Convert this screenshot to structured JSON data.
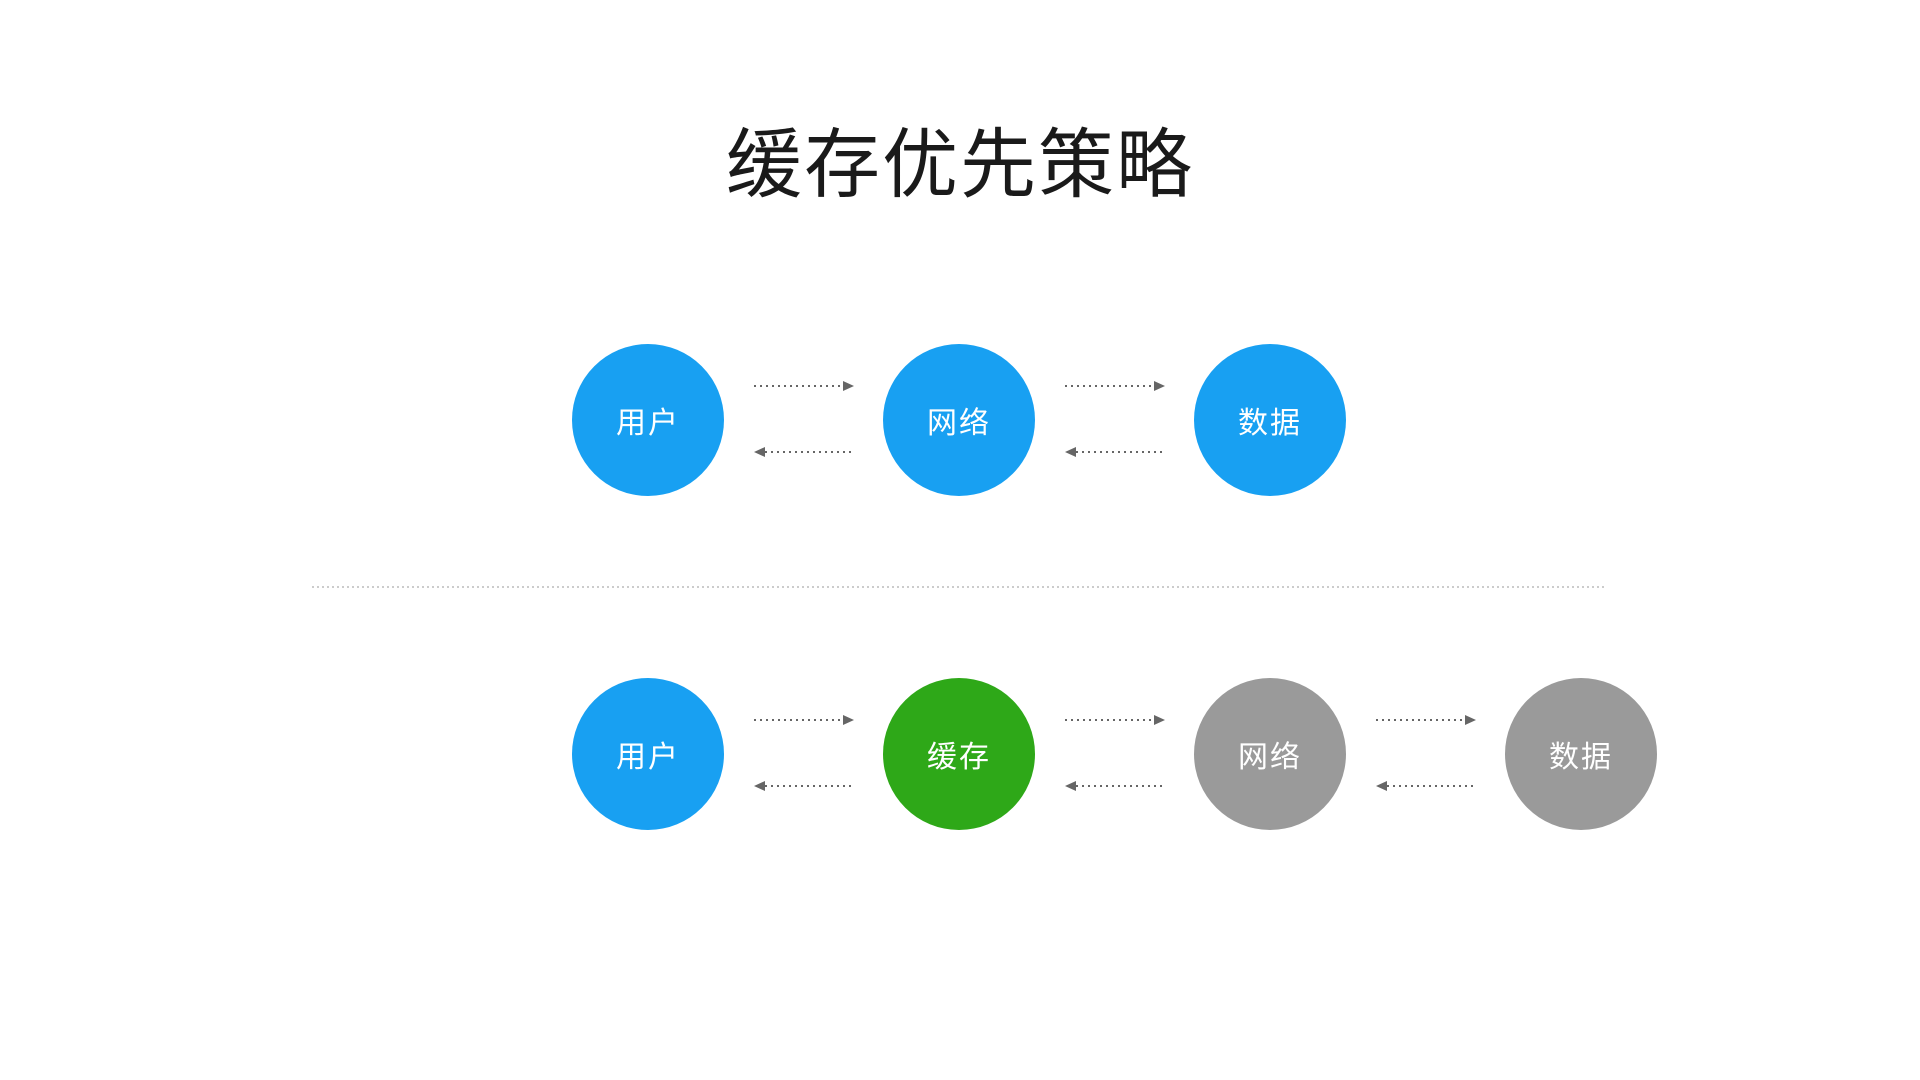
{
  "title": "缓存优先策略",
  "palette": {
    "background": "#ffffff",
    "title_text": "#1a1a1a",
    "node_text": "#ffffff",
    "arrow": "#666666",
    "divider": "#cccccc",
    "blue": "#18a0f2",
    "green": "#2ea818",
    "gray": "#9a9a9a"
  },
  "rows": [
    {
      "name": "network-first-flow",
      "nodes": [
        {
          "label": "用户",
          "color": "#18a0f2"
        },
        {
          "label": "网络",
          "color": "#18a0f2"
        },
        {
          "label": "数据",
          "color": "#18a0f2"
        }
      ]
    },
    {
      "name": "cache-first-flow",
      "nodes": [
        {
          "label": "用户",
          "color": "#18a0f2"
        },
        {
          "label": "缓存",
          "color": "#2ea818"
        },
        {
          "label": "网络",
          "color": "#9a9a9a"
        },
        {
          "label": "数据",
          "color": "#9a9a9a"
        }
      ]
    }
  ]
}
